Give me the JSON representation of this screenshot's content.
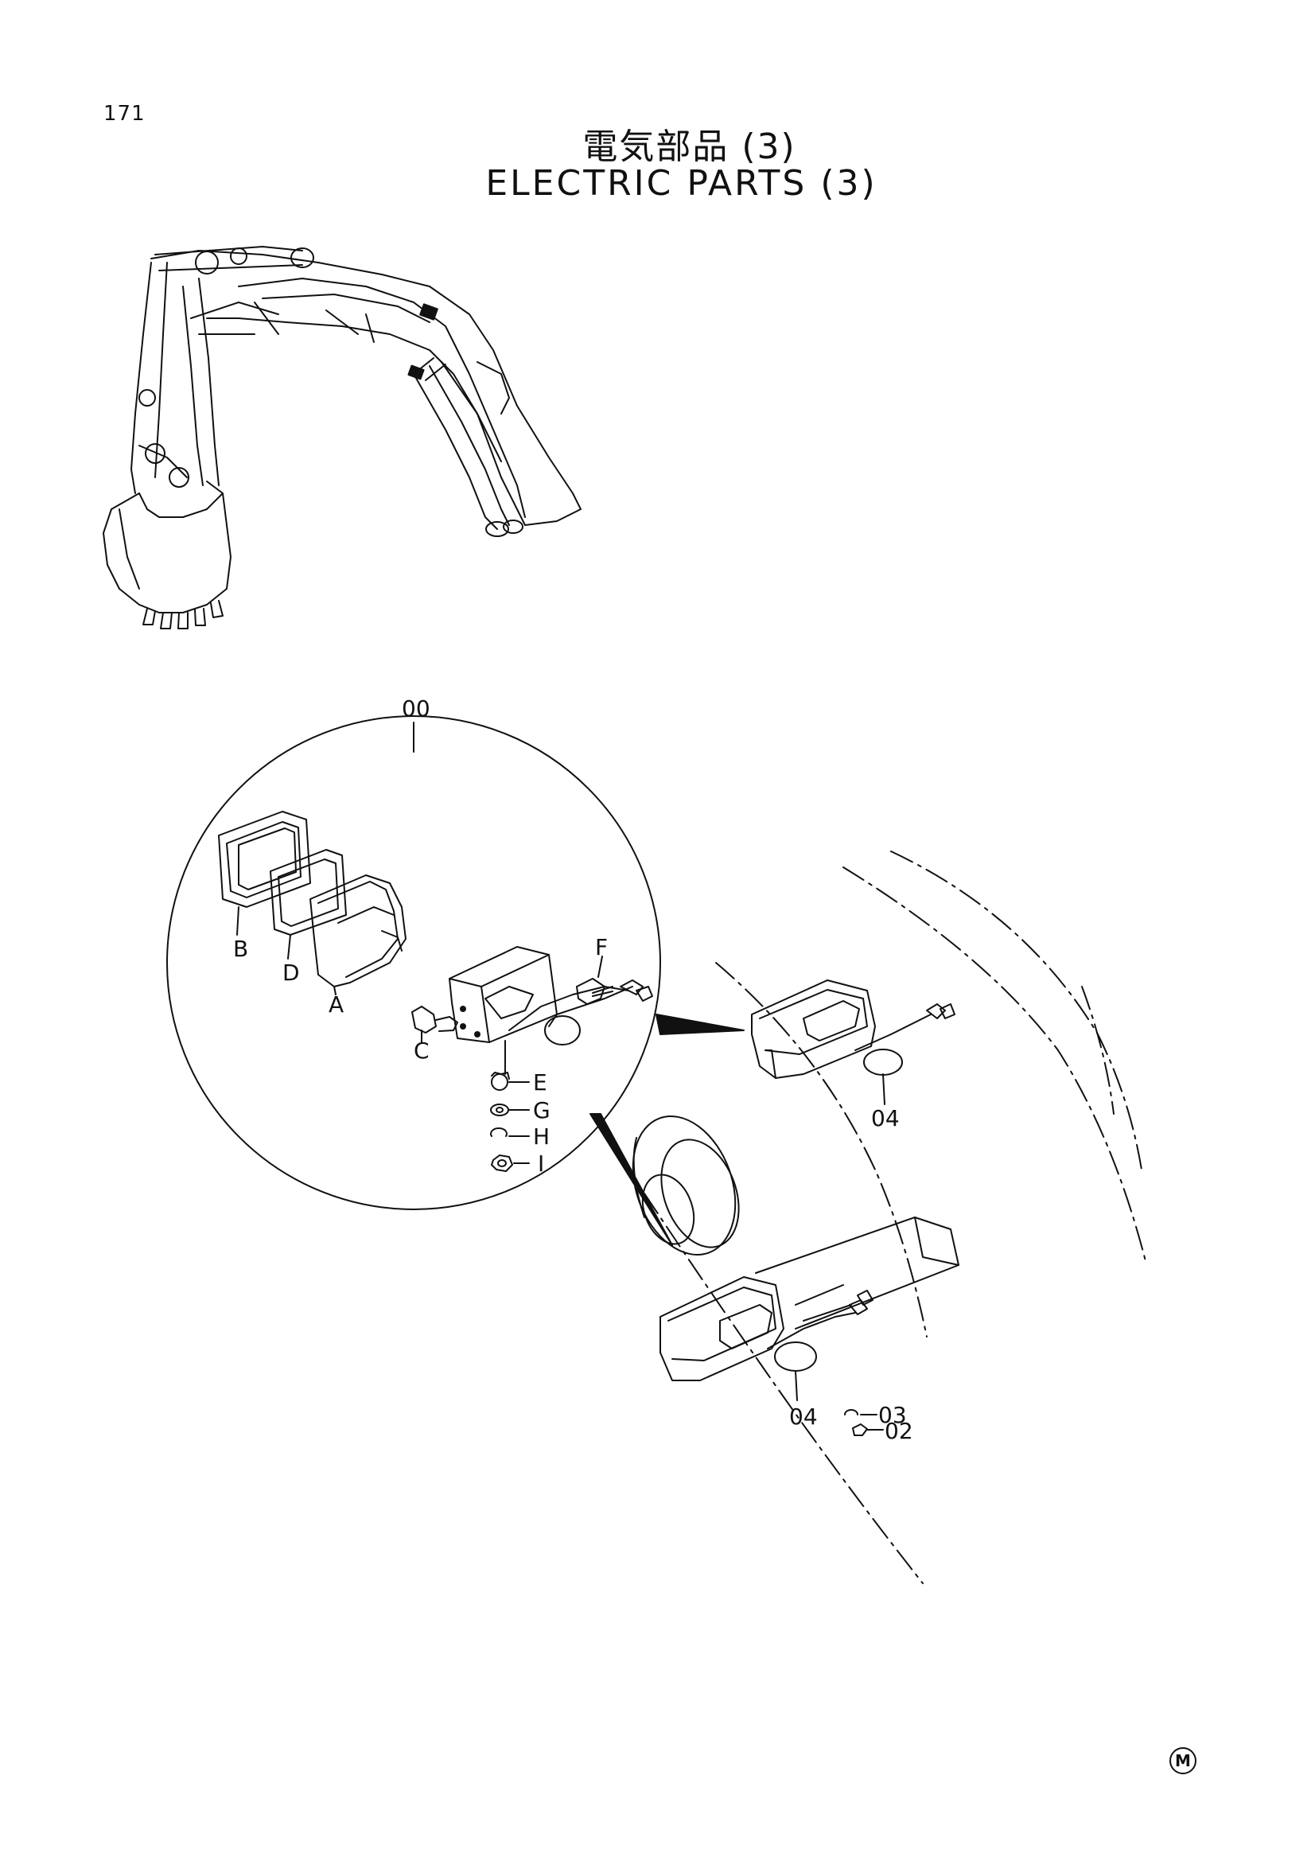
{
  "page": {
    "number": "171",
    "title_jp": "電気部品 (3)",
    "title_en": "ELECTRIC PARTS (3)",
    "manufacturer_mark": "M"
  },
  "callouts": {
    "assembly": "00",
    "lamp_a": "04",
    "lamp_b": "04",
    "screw": "02",
    "washer": "03"
  },
  "components": {
    "A": "A",
    "B": "B",
    "C": "C",
    "D": "D",
    "E": "E",
    "F": "F",
    "G": "G",
    "H": "H",
    "I": "I"
  }
}
